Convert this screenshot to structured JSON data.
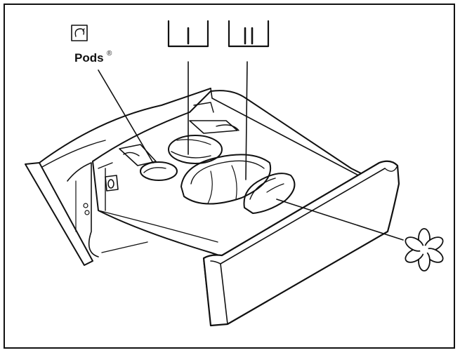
{
  "labels": {
    "pods_text": "Pods",
    "registered_mark": "®"
  },
  "compartments": [
    {
      "id": "pods",
      "symbol": "pods-icon"
    },
    {
      "id": "prewash",
      "symbol": "roman-one"
    },
    {
      "id": "main-wash",
      "symbol": "roman-two"
    },
    {
      "id": "softener",
      "symbol": "flower-icon"
    }
  ],
  "colors": {
    "ink": "#111111",
    "background": "#ffffff"
  }
}
